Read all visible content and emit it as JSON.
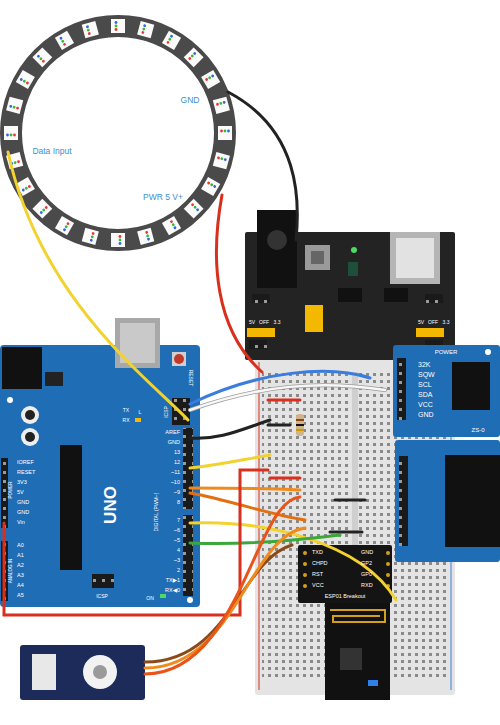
{
  "diagram": {
    "nodes": [
      {
        "text": [
          "GND",
          "Data Input",
          "PWR 5 V+"
        ]
      },
      {
        "text": [
          "5V",
          "OFF",
          "3.3",
          "5V",
          "OFF",
          "3.3"
        ]
      },
      {
        "text": [
          "RESET",
          "ICSP",
          "TX",
          "RX",
          "L",
          "AREF",
          "GND",
          "13",
          "12",
          "~11",
          "~10",
          "~9",
          "8",
          "7",
          "~6",
          "~5",
          "4",
          "~3",
          "2",
          "TX▶1",
          "RX◀0",
          "DIGITAL (PWM~)",
          "UNO",
          "IOREF",
          "RESET",
          "3V3",
          "5V",
          "GND",
          "GND",
          "Vin",
          "A0",
          "A1",
          "A2",
          "A3",
          "A4",
          "A5",
          "POWER",
          "ANALOG IN",
          "ON",
          "ICSP"
        ]
      },
      {
        "text": [
          "POWER",
          "32K",
          "SQW",
          "SCL",
          "SDA",
          "VCC",
          "GND",
          "ZS-0"
        ]
      },
      {
        "text": [
          "TXD",
          "CHPD",
          "RST",
          "VCC",
          "GND",
          "GP2",
          "GP0",
          "RXD",
          "ESP01 Breakout"
        ]
      }
    ]
  }
}
